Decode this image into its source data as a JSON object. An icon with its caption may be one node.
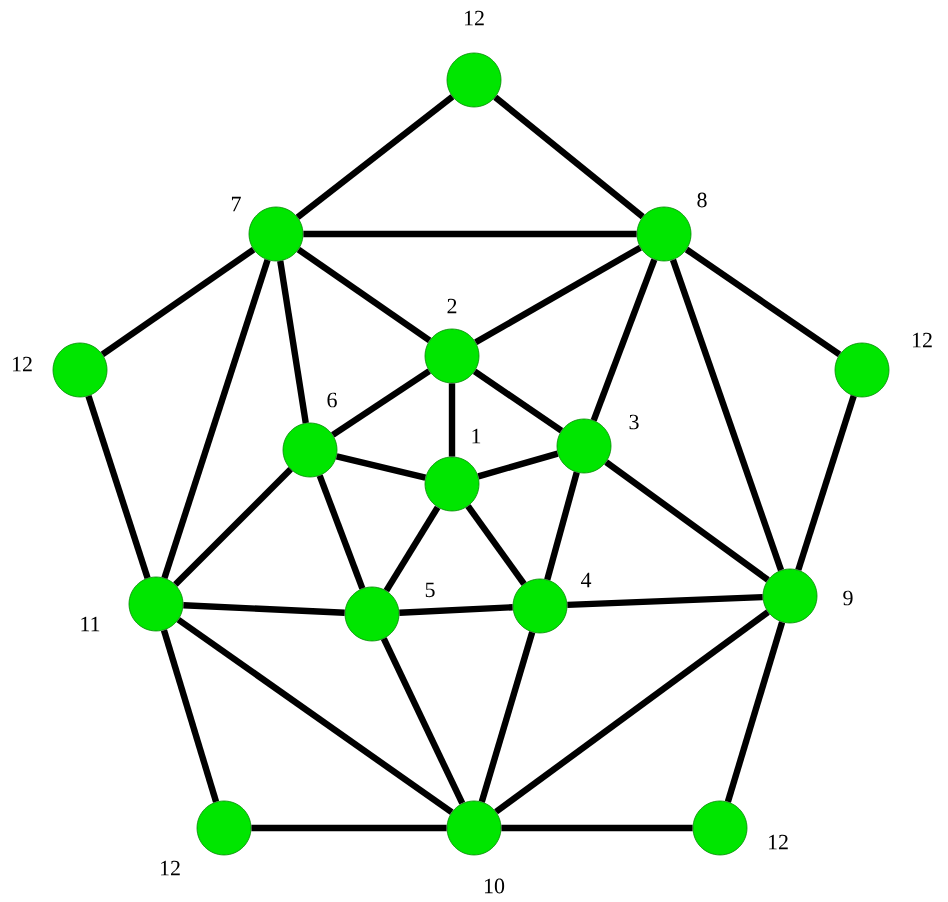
{
  "diagram": {
    "nodes": [
      {
        "text": [],
        "shape": "circle",
        "beside": [
          "12"
        ]
      },
      {
        "text": [],
        "shape": "circle",
        "beside": [
          "7"
        ]
      },
      {
        "text": [],
        "shape": "circle",
        "beside": [
          "8"
        ]
      },
      {
        "text": [],
        "shape": "circle",
        "beside": [
          "12"
        ]
      },
      {
        "text": [],
        "shape": "circle",
        "beside": [
          "12"
        ]
      },
      {
        "text": [],
        "shape": "circle",
        "beside": [
          "2"
        ]
      },
      {
        "text": [],
        "shape": "circle",
        "beside": [
          "6"
        ]
      },
      {
        "text": [],
        "shape": "circle",
        "beside": [
          "3"
        ]
      },
      {
        "text": [],
        "shape": "circle",
        "beside": [
          "1"
        ]
      },
      {
        "text": [],
        "shape": "circle",
        "beside": [
          "11"
        ]
      },
      {
        "text": [],
        "shape": "circle",
        "beside": [
          "5"
        ]
      },
      {
        "text": [],
        "shape": "circle",
        "beside": [
          "4"
        ]
      },
      {
        "text": [],
        "shape": "circle",
        "beside": [
          "9"
        ]
      },
      {
        "text": [],
        "shape": "circle",
        "beside": [
          "12"
        ]
      },
      {
        "text": [],
        "shape": "circle",
        "beside": [
          "10"
        ]
      },
      {
        "text": [],
        "shape": "circle",
        "beside": [
          "12"
        ]
      }
    ],
    "edges": [
      {
        "from": 0,
        "to": 1,
        "arrow": "none"
      },
      {
        "from": 0,
        "to": 2,
        "arrow": "none"
      },
      {
        "from": 1,
        "to": 2,
        "arrow": "none"
      },
      {
        "from": 1,
        "to": 3,
        "arrow": "none"
      },
      {
        "from": 2,
        "to": 4,
        "arrow": "none"
      },
      {
        "from": 1,
        "to": 5,
        "arrow": "none"
      },
      {
        "from": 2,
        "to": 5,
        "arrow": "none"
      },
      {
        "from": 1,
        "to": 6,
        "arrow": "none"
      },
      {
        "from": 1,
        "to": 9,
        "arrow": "none"
      },
      {
        "from": 2,
        "to": 7,
        "arrow": "none"
      },
      {
        "from": 2,
        "to": 12,
        "arrow": "none"
      },
      {
        "from": 3,
        "to": 9,
        "arrow": "none"
      },
      {
        "from": 4,
        "to": 12,
        "arrow": "none"
      },
      {
        "from": 5,
        "to": 6,
        "arrow": "none"
      },
      {
        "from": 5,
        "to": 8,
        "arrow": "none"
      },
      {
        "from": 5,
        "to": 7,
        "arrow": "none"
      },
      {
        "from": 6,
        "to": 8,
        "arrow": "none"
      },
      {
        "from": 6,
        "to": 9,
        "arrow": "none"
      },
      {
        "from": 6,
        "to": 10,
        "arrow": "none"
      },
      {
        "from": 8,
        "to": 7,
        "arrow": "none"
      },
      {
        "from": 8,
        "to": 10,
        "arrow": "none"
      },
      {
        "from": 8,
        "to": 11,
        "arrow": "none"
      },
      {
        "from": 7,
        "to": 11,
        "arrow": "none"
      },
      {
        "from": 7,
        "to": 12,
        "arrow": "none"
      },
      {
        "from": 9,
        "to": 10,
        "arrow": "none"
      },
      {
        "from": 10,
        "to": 11,
        "arrow": "none"
      },
      {
        "from": 11,
        "to": 12,
        "arrow": "none"
      },
      {
        "from": 9,
        "to": 14,
        "arrow": "none"
      },
      {
        "from": 10,
        "to": 14,
        "arrow": "none"
      },
      {
        "from": 11,
        "to": 14,
        "arrow": "none"
      },
      {
        "from": 12,
        "to": 14,
        "arrow": "none"
      },
      {
        "from": 9,
        "to": 13,
        "arrow": "none"
      },
      {
        "from": 13,
        "to": 14,
        "arrow": "none"
      },
      {
        "from": 14,
        "to": 15,
        "arrow": "none"
      },
      {
        "from": 12,
        "to": 15,
        "arrow": "none"
      }
    ]
  }
}
